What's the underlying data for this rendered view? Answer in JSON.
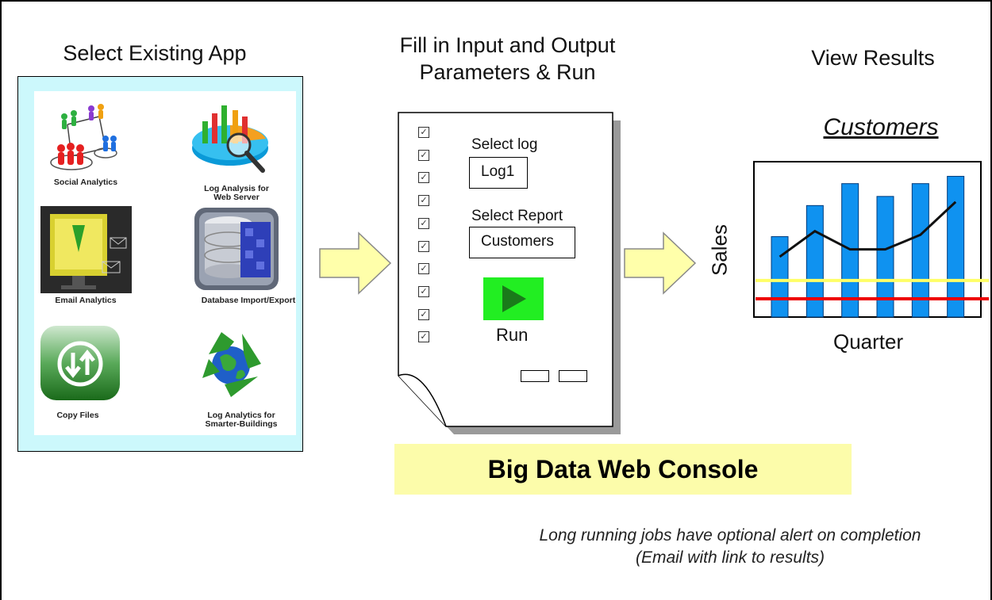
{
  "headings": {
    "select_app": "Select Existing App",
    "fill_params_line1": "Fill in Input and Output",
    "fill_params_line2": "Parameters & Run",
    "view_results": "View Results"
  },
  "apps": [
    {
      "label": "Social Analytics",
      "icon": "people-network-icon"
    },
    {
      "label": "Log Analysis for\nWeb Server",
      "icon": "magnifier-chart-icon"
    },
    {
      "label": "Email Analytics",
      "icon": "email-monitor-icon"
    },
    {
      "label": "Database Import/Export",
      "icon": "database-icon"
    },
    {
      "label": "Copy Files",
      "icon": "transfer-arrows-icon"
    },
    {
      "label": "Log Analytics for\nSmarter-Buildings",
      "icon": "recycle-globe-icon"
    }
  ],
  "form": {
    "select_log_label": "Select log",
    "select_log_value": "Log1",
    "select_report_label": "Select Report",
    "select_report_value": "Customers",
    "run_label": "Run",
    "checkbox_count": 10
  },
  "banner": "Big Data Web Console",
  "note_line1": "Long running jobs have optional alert on completion",
  "note_line2": "(Email with link to results)",
  "colors": {
    "panel_bg": "#ccf8fc",
    "arrow_fill": "#ffffaa",
    "run_green": "#22ee22",
    "bar_blue": "#0f92f0",
    "banner_bg": "#fcfcaa",
    "threshold_yellow": "#ffff66",
    "threshold_red": "#ee0000"
  },
  "chart_data": {
    "type": "bar",
    "title": "Customers",
    "xlabel": "Quarter",
    "ylabel": "Sales",
    "categories": [
      "",
      "",
      "",
      "",
      "",
      ""
    ],
    "values": [
      4.4,
      6.1,
      7.3,
      6.6,
      7.3,
      7.7
    ],
    "trend_line": [
      3.3,
      4.7,
      3.7,
      3.7,
      4.5,
      6.3
    ],
    "threshold_lines": [
      {
        "value": 2.0,
        "color": "#ffff66"
      },
      {
        "value": 1.0,
        "color": "#ee0000"
      }
    ],
    "ylim": [
      0,
      8.5
    ],
    "grid": false
  }
}
